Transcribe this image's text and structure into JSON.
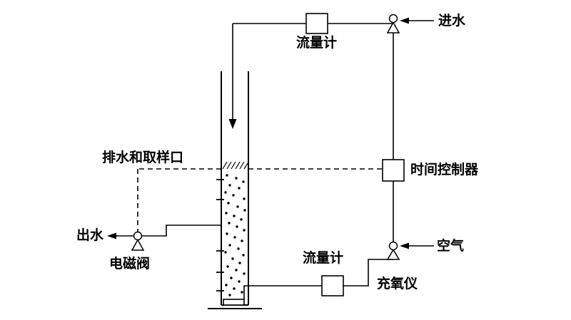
{
  "labels": {
    "flow_meter_top": "流量计",
    "inlet_water": "进水",
    "time_controller": "时间控制器",
    "drain_and_sampling_port": "排水和取样口",
    "outlet_water": "出水",
    "solenoid_valve": "电磁阀",
    "flow_meter_bottom": "流量计",
    "air": "空气",
    "oxygenator": "充氧仪"
  },
  "colors": {
    "line": "#000000",
    "background": "#ffffff"
  }
}
